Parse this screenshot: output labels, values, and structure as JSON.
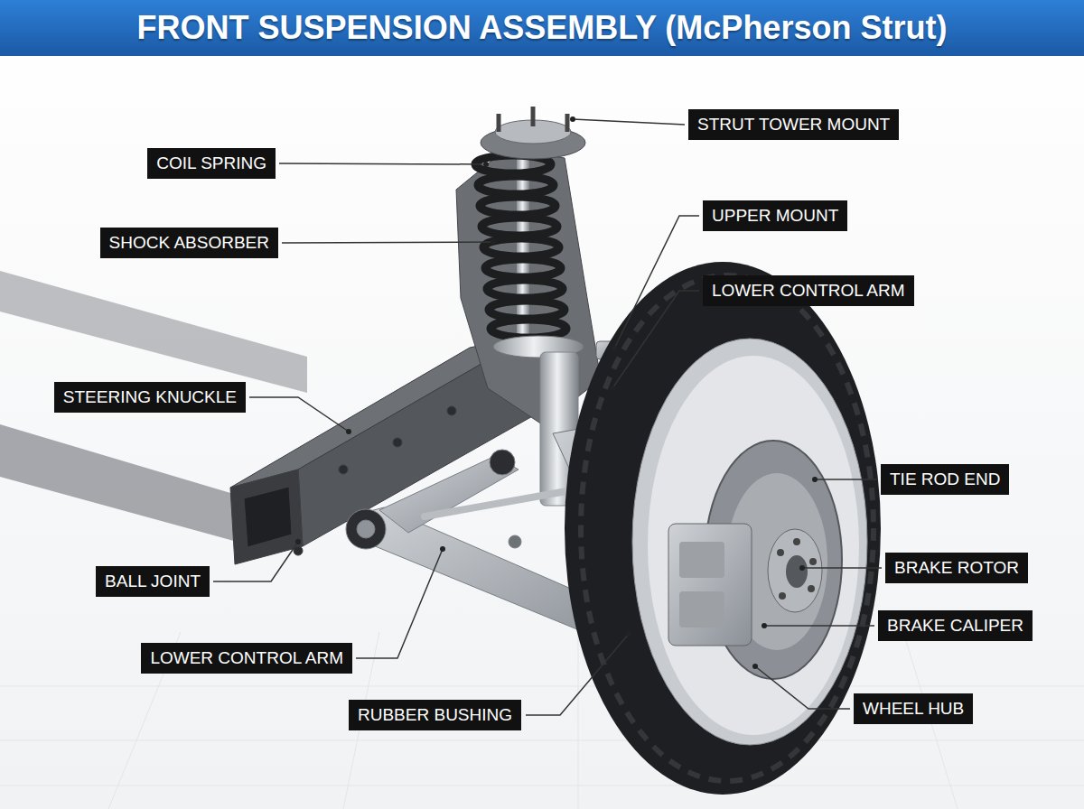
{
  "diagram": {
    "title": "FRONT SUSPENSION ASSEMBLY (McPherson Strut)",
    "labels": [
      "STRUT TOWER MOUNT",
      "COIL SPRING",
      "UPPER MOUNT",
      "SHOCK ABSORBER",
      "LOWER CONTROL ARM",
      "STEERING KNUCKLE",
      "TIE ROD END",
      "BRAKE ROTOR",
      "BALL JOINT",
      "BRAKE CALIPER",
      "LOWER CONTROL ARM",
      "WHEEL HUB",
      "RUBBER BUSHING"
    ]
  }
}
